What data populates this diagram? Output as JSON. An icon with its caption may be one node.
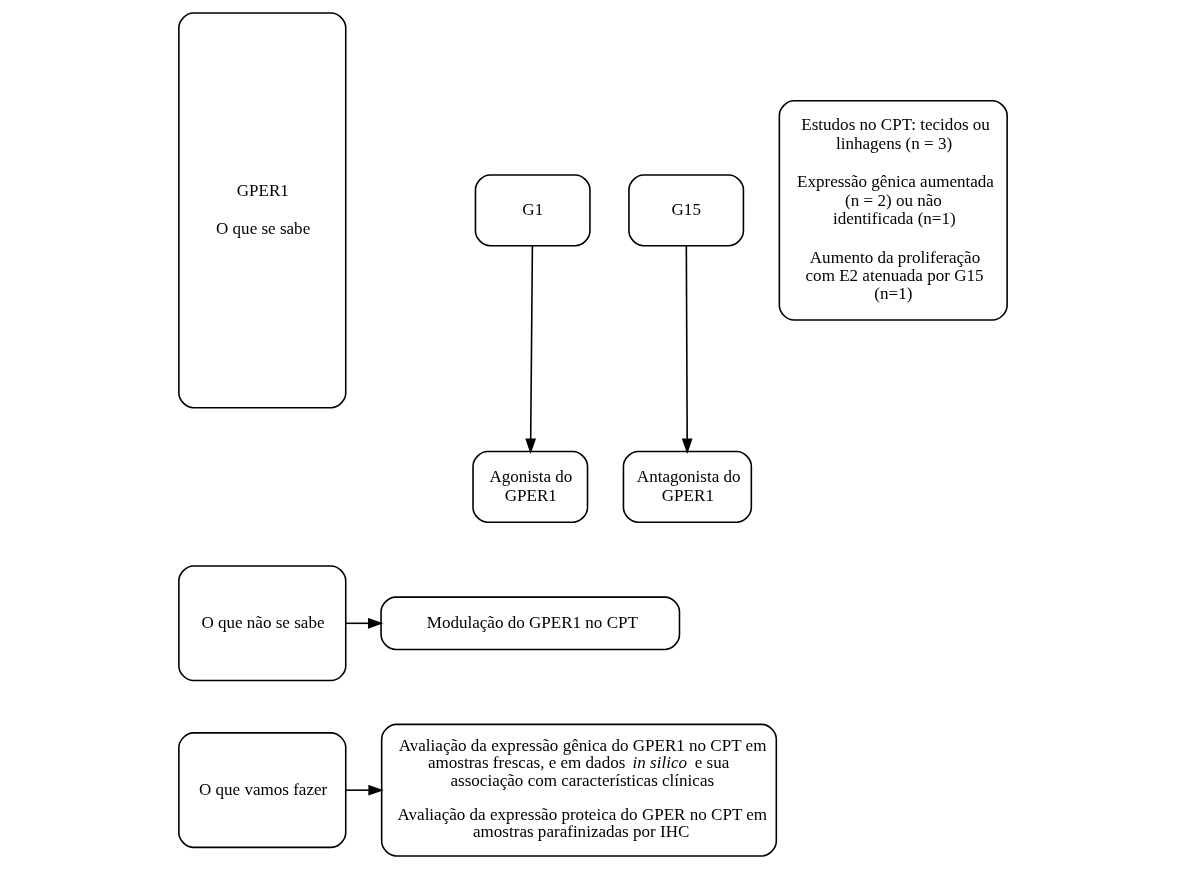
{
  "diagram": {
    "nodes": [
      {
        "text": [
          "GPER1",
          "O que se sabe"
        ]
      },
      {
        "text": [
          "G1"
        ]
      },
      {
        "text": [
          "G15"
        ]
      },
      {
        "text": [
          "Agonista do GPER1"
        ]
      },
      {
        "text": [
          "Antagonista do GPER1"
        ]
      },
      {
        "text": [
          "Estudos no CPT: tecidos ou linhagens (n = 3)",
          "Expressão gênica aumentada (n = 2) ou não identificada (n=1)",
          "Aumento da proliferação com E2 atenuada por G15 (n=1)"
        ]
      },
      {
        "text": [
          "O que não se sabe"
        ]
      },
      {
        "text": [
          "Modulação do GPER1 no CPT"
        ]
      },
      {
        "text": [
          "O que vamos fazer"
        ]
      },
      {
        "text": [
          "Avaliação da expressão gênica do GPER1 no CPT em amostras frescas, e em dados *in silico* e sua associação com características clínicas",
          "Avaliação da expressão proteica do GPER no CPT em amostras parafinizadas por IHC"
        ]
      }
    ],
    "edges": [
      {
        "from": 1,
        "to": 3,
        "arrow": "to"
      },
      {
        "from": 2,
        "to": 4,
        "arrow": "to"
      },
      {
        "from": 6,
        "to": 7,
        "arrow": "to"
      },
      {
        "from": 8,
        "to": 9,
        "arrow": "to"
      }
    ]
  }
}
